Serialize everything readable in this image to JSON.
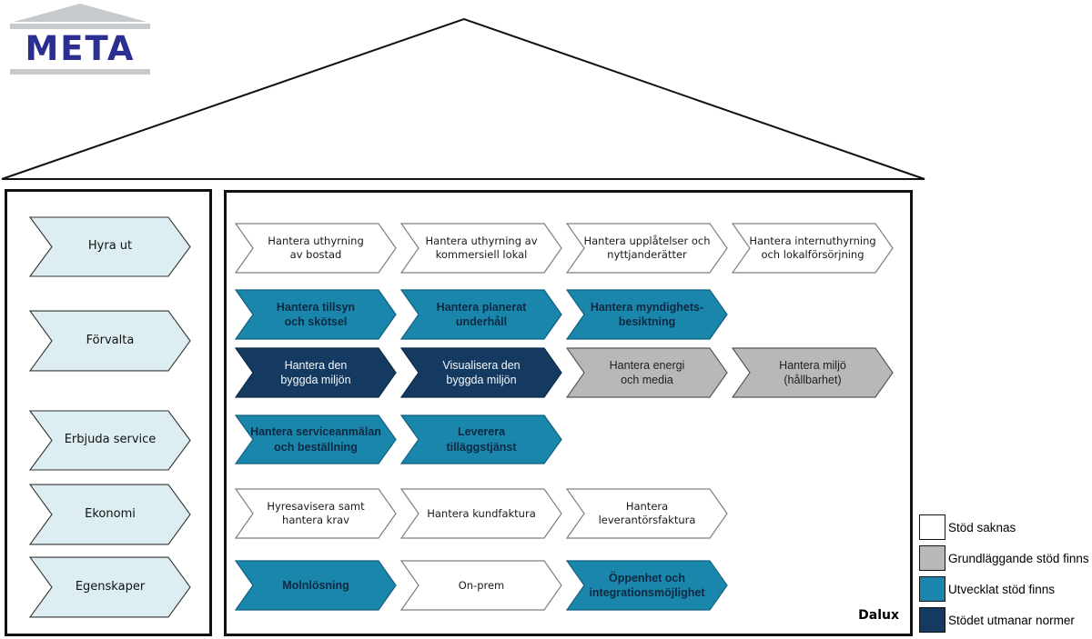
{
  "logo": {
    "text": "META"
  },
  "colors": {
    "teal": "#1b86ab",
    "navy": "#143a61",
    "gray": "#b8b8b8",
    "light_blue": "#ddeef3",
    "logo_blue": "#2b2f90",
    "logo_gray": "#c6cacc"
  },
  "sidebar": {
    "items": [
      {
        "label": "Hyra ut"
      },
      {
        "label": "Förvalta"
      },
      {
        "label": "Erbjuda service"
      },
      {
        "label": "Ekonomi"
      },
      {
        "label": "Egenskaper"
      }
    ]
  },
  "main": {
    "rows": [
      {
        "items": [
          {
            "label": "Hantera uthyrning\nav bostad",
            "type": "stod-saknas"
          },
          {
            "label": "Hantera uthyrning av\nkommersiell lokal",
            "type": "stod-saknas"
          },
          {
            "label": "Hantera upplåtelser och\nnyttjanderätter",
            "type": "stod-saknas"
          },
          {
            "label": "Hantera internuthyrning\noch lokalförsörjning",
            "type": "stod-saknas"
          }
        ]
      },
      {
        "items": [
          {
            "label": "Hantera tillsyn\noch skötsel",
            "type": "utvecklat-stod"
          },
          {
            "label": "Hantera planerat\nunderhåll",
            "type": "utvecklat-stod"
          },
          {
            "label": "Hantera myndighets-\nbesiktning",
            "type": "utvecklat-stod"
          }
        ]
      },
      {
        "items": [
          {
            "label": "Hantera den\nbyggda miljön",
            "type": "stodet-utmanar-normer"
          },
          {
            "label": "Visualisera den\nbyggda miljön",
            "type": "stodet-utmanar-normer"
          },
          {
            "label": "Hantera energi\noch media",
            "type": "grundlaggande-stod"
          },
          {
            "label": "Hantera miljö\n(hållbarhet)",
            "type": "grundlaggande-stod"
          }
        ]
      },
      {
        "items": [
          {
            "label": "Hantera serviceanmälan\noch beställning",
            "type": "utvecklat-stod"
          },
          {
            "label": "Leverera\ntilläggstjänst",
            "type": "utvecklat-stod"
          }
        ]
      },
      {
        "items": [
          {
            "label": "Hyresavisera samt\nhantera krav",
            "type": "stod-saknas"
          },
          {
            "label": "Hantera kundfaktura",
            "type": "stod-saknas"
          },
          {
            "label": "Hantera\nleverantörsfaktura",
            "type": "stod-saknas"
          }
        ]
      },
      {
        "items": [
          {
            "label": "Molnlösning",
            "type": "utvecklat-stod"
          },
          {
            "label": "On-prem",
            "type": "stod-saknas"
          },
          {
            "label": "Öppenhet och\nintegrationsmöjlighet",
            "type": "utvecklat-stod"
          }
        ]
      }
    ],
    "footer": "Dalux"
  },
  "legend": {
    "items": [
      {
        "label": "Stöd saknas",
        "color": "#ffffff"
      },
      {
        "label": "Grundläggande stöd finns",
        "color": "#b8b8b8"
      },
      {
        "label": "Utvecklat stöd finns",
        "color": "#1b86ab"
      },
      {
        "label": "Stödet utmanar normer",
        "color": "#143a61"
      }
    ]
  }
}
